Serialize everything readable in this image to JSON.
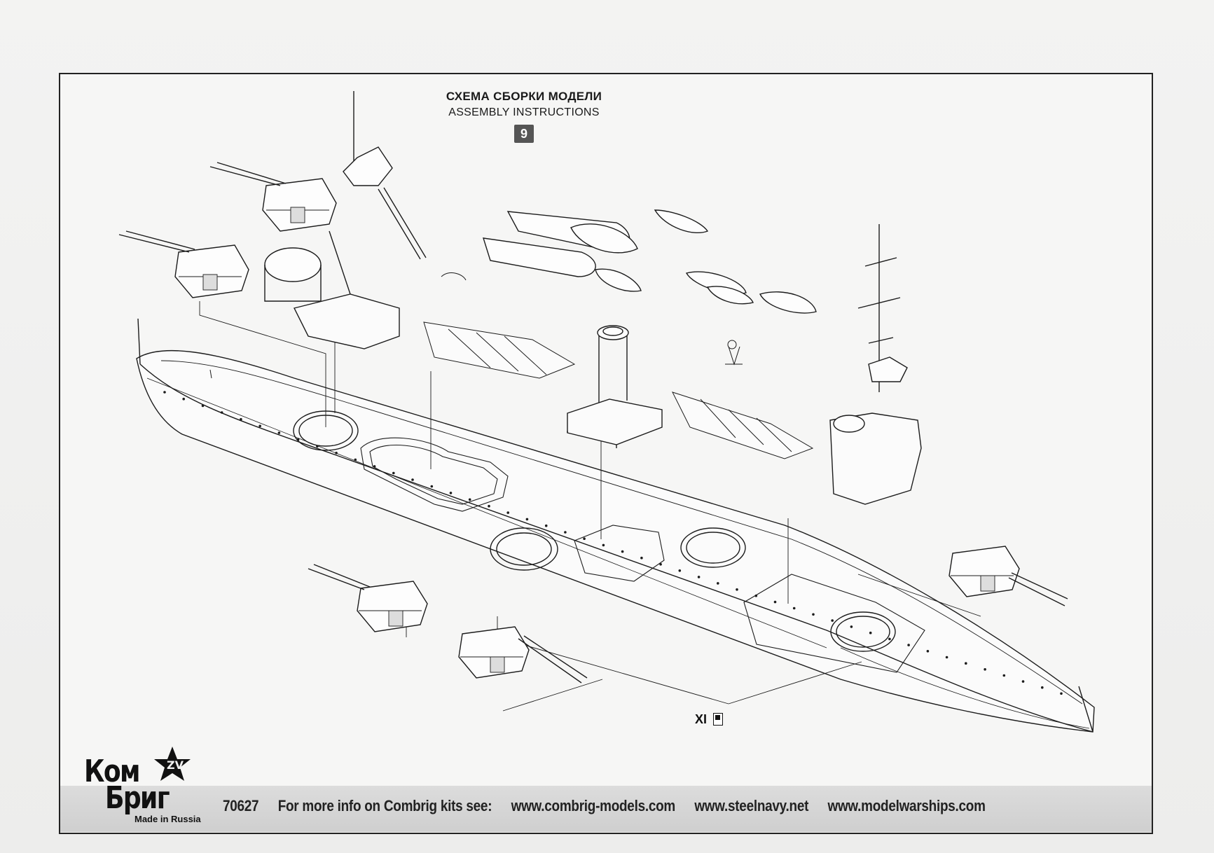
{
  "header": {
    "title_ru": "СХЕМА СБОРКИ МОДЕЛИ",
    "title_en": "ASSEMBLY INSTRUCTIONS",
    "step": "9"
  },
  "callout": {
    "part_label": "XI"
  },
  "logo": {
    "line1": "Ком",
    "line2": "Бриг",
    "tagline": "Made in Russia"
  },
  "footer": {
    "kit_number": "70627",
    "info_text": "For more info on Combrig kits see:",
    "links": [
      "www.combrig-models.com",
      "www.steelnavy.net",
      "www.modelwarships.com"
    ]
  }
}
